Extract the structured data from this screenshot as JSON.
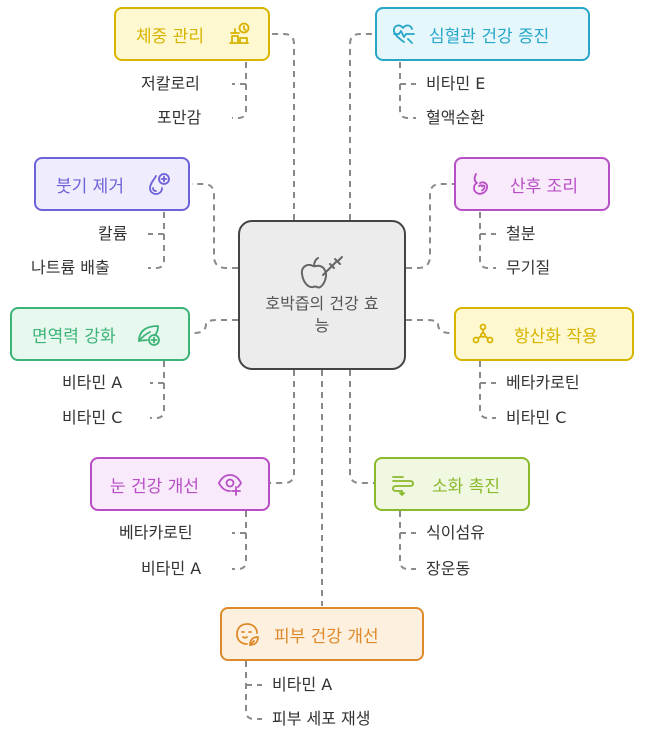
{
  "center": {
    "title": "호박즙의 건강 효능",
    "icon": "apple-syringe-icon"
  },
  "topics": [
    {
      "id": "weight",
      "label": "체중 관리",
      "icon": "scale-icon",
      "color": "#d8b400",
      "bg": "#fdf8cf",
      "items": [
        "저칼로리",
        "포만감"
      ]
    },
    {
      "id": "heart",
      "label": "심혈관 건강 증진",
      "icon": "heart-pulse-icon",
      "color": "#27a6c8",
      "bg": "#e6f7fc",
      "items": [
        "비타민 E",
        "혈액순환"
      ]
    },
    {
      "id": "swelling",
      "label": "붓기 제거",
      "icon": "water-drop-plus-icon",
      "color": "#6e62d8",
      "bg": "#eeecfd",
      "items": [
        "칼륨",
        "나트륨 배출"
      ]
    },
    {
      "id": "postpartum",
      "label": "산후 조리",
      "icon": "pregnant-icon",
      "color": "#b84ec6",
      "bg": "#f8e9fb",
      "items": [
        "철분",
        "무기질"
      ]
    },
    {
      "id": "immunity",
      "label": "면역력 강화",
      "icon": "leaf-plus-icon",
      "color": "#3cb377",
      "bg": "#e7f8ef",
      "items": [
        "비타민 A",
        "비타민 C"
      ]
    },
    {
      "id": "antioxidant",
      "label": "항산화 작용",
      "icon": "molecule-icon",
      "color": "#d8b400",
      "bg": "#fdf8cf",
      "items": [
        "베타카로틴",
        "비타민 C"
      ]
    },
    {
      "id": "eye",
      "label": "눈 건강 개선",
      "icon": "eye-plus-icon",
      "color": "#b84ec6",
      "bg": "#f8e9fb",
      "items": [
        "베타카로틴",
        "비타민 A"
      ]
    },
    {
      "id": "digestion",
      "label": "소화 촉진",
      "icon": "digestion-icon",
      "color": "#8bb92d",
      "bg": "#f1f8e2",
      "items": [
        "식이섬유",
        "장운동"
      ]
    },
    {
      "id": "skin",
      "label": "피부 건강 개선",
      "icon": "face-leaf-icon",
      "color": "#de8a2a",
      "bg": "#fdf0df",
      "items": [
        "비타민 A",
        "피부 세포 재생"
      ]
    }
  ]
}
